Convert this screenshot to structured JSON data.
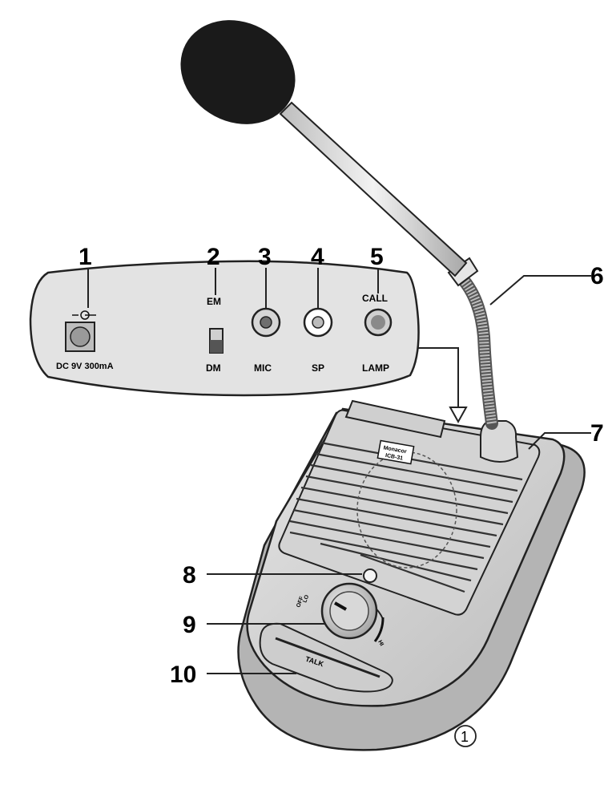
{
  "callouts": [
    "1",
    "2",
    "3",
    "4",
    "5",
    "6",
    "7",
    "8",
    "9",
    "10"
  ],
  "panel": {
    "dc_label": "DC 9V 300mA",
    "em": "EM",
    "dm": "DM",
    "mic": "MIC",
    "sp": "SP",
    "call": "CALL",
    "lamp": "LAMP"
  },
  "device": {
    "badge_line1": "Monacor",
    "badge_line2": "ICB-31",
    "knob_lo": "LO",
    "knob_off": "OFF",
    "knob_hi": "HI",
    "talk": "TALK"
  },
  "figure_number": "1"
}
